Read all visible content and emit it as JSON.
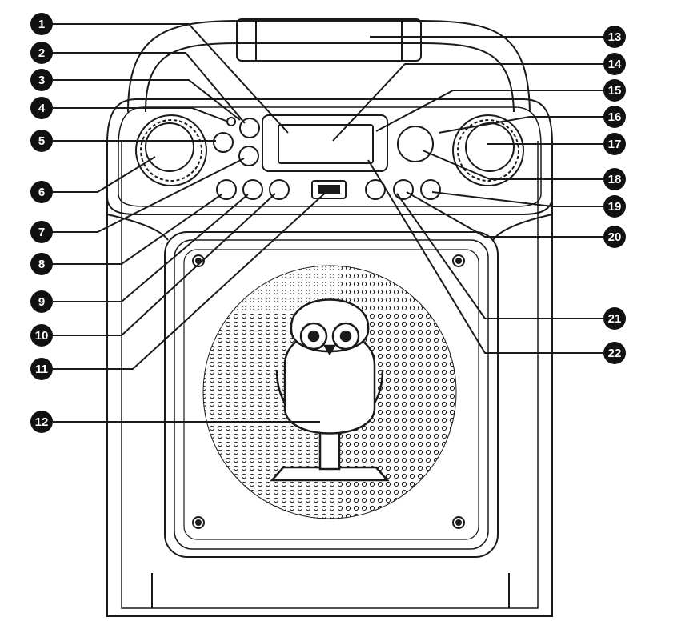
{
  "callouts": {
    "c1": "1",
    "c2": "2",
    "c3": "3",
    "c4": "4",
    "c5": "5",
    "c6": "6",
    "c7": "7",
    "c8": "8",
    "c9": "9",
    "c10": "10",
    "c11": "11",
    "c12": "12",
    "c13": "13",
    "c14": "14",
    "c15": "15",
    "c16": "16",
    "c17": "17",
    "c18": "18",
    "c19": "19",
    "c20": "20",
    "c21": "21",
    "c22": "22"
  },
  "colors": {
    "line": "#1a1a1a",
    "badge": "#111111",
    "badge_text": "#ffffff",
    "background": "#ffffff"
  }
}
